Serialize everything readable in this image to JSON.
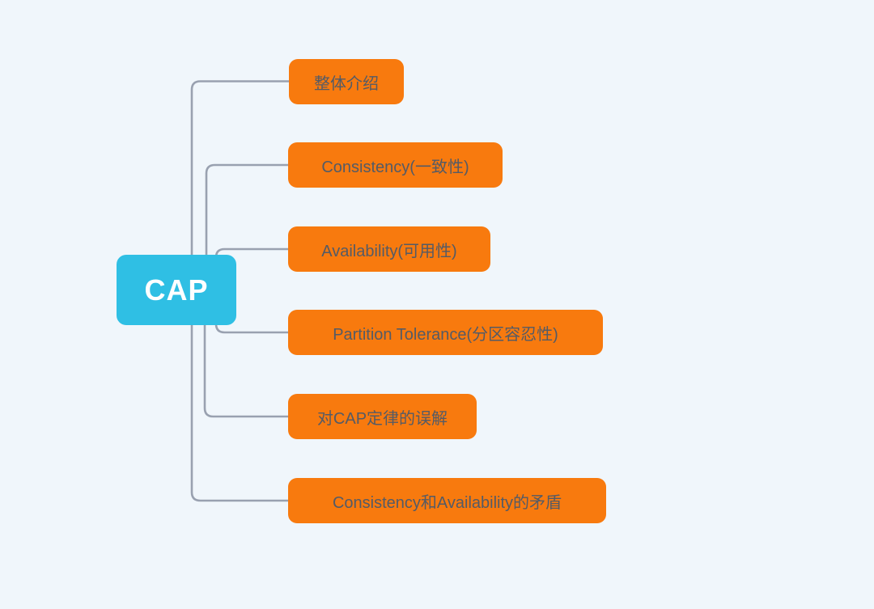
{
  "canvas": {
    "background_color": "#F0F6FB"
  },
  "root": {
    "label": "CAP"
  },
  "branches": [
    {
      "label": "整体介绍"
    },
    {
      "label": "Consistency(一致性)"
    },
    {
      "label": "Availability(可用性)"
    },
    {
      "label": "Partition Tolerance(分区容忍性)"
    },
    {
      "label": "对CAP定律的误解"
    },
    {
      "label": "Consistency和Availability的矛盾"
    }
  ],
  "style": {
    "canvas_bg": "#F0F6FB",
    "root_color": "#2FBFE4",
    "root_text_color": "#FFFFFF",
    "branch_color": "#F87A0E",
    "branch_text_color": "#545B66",
    "connector_color": "#99A1B0"
  }
}
